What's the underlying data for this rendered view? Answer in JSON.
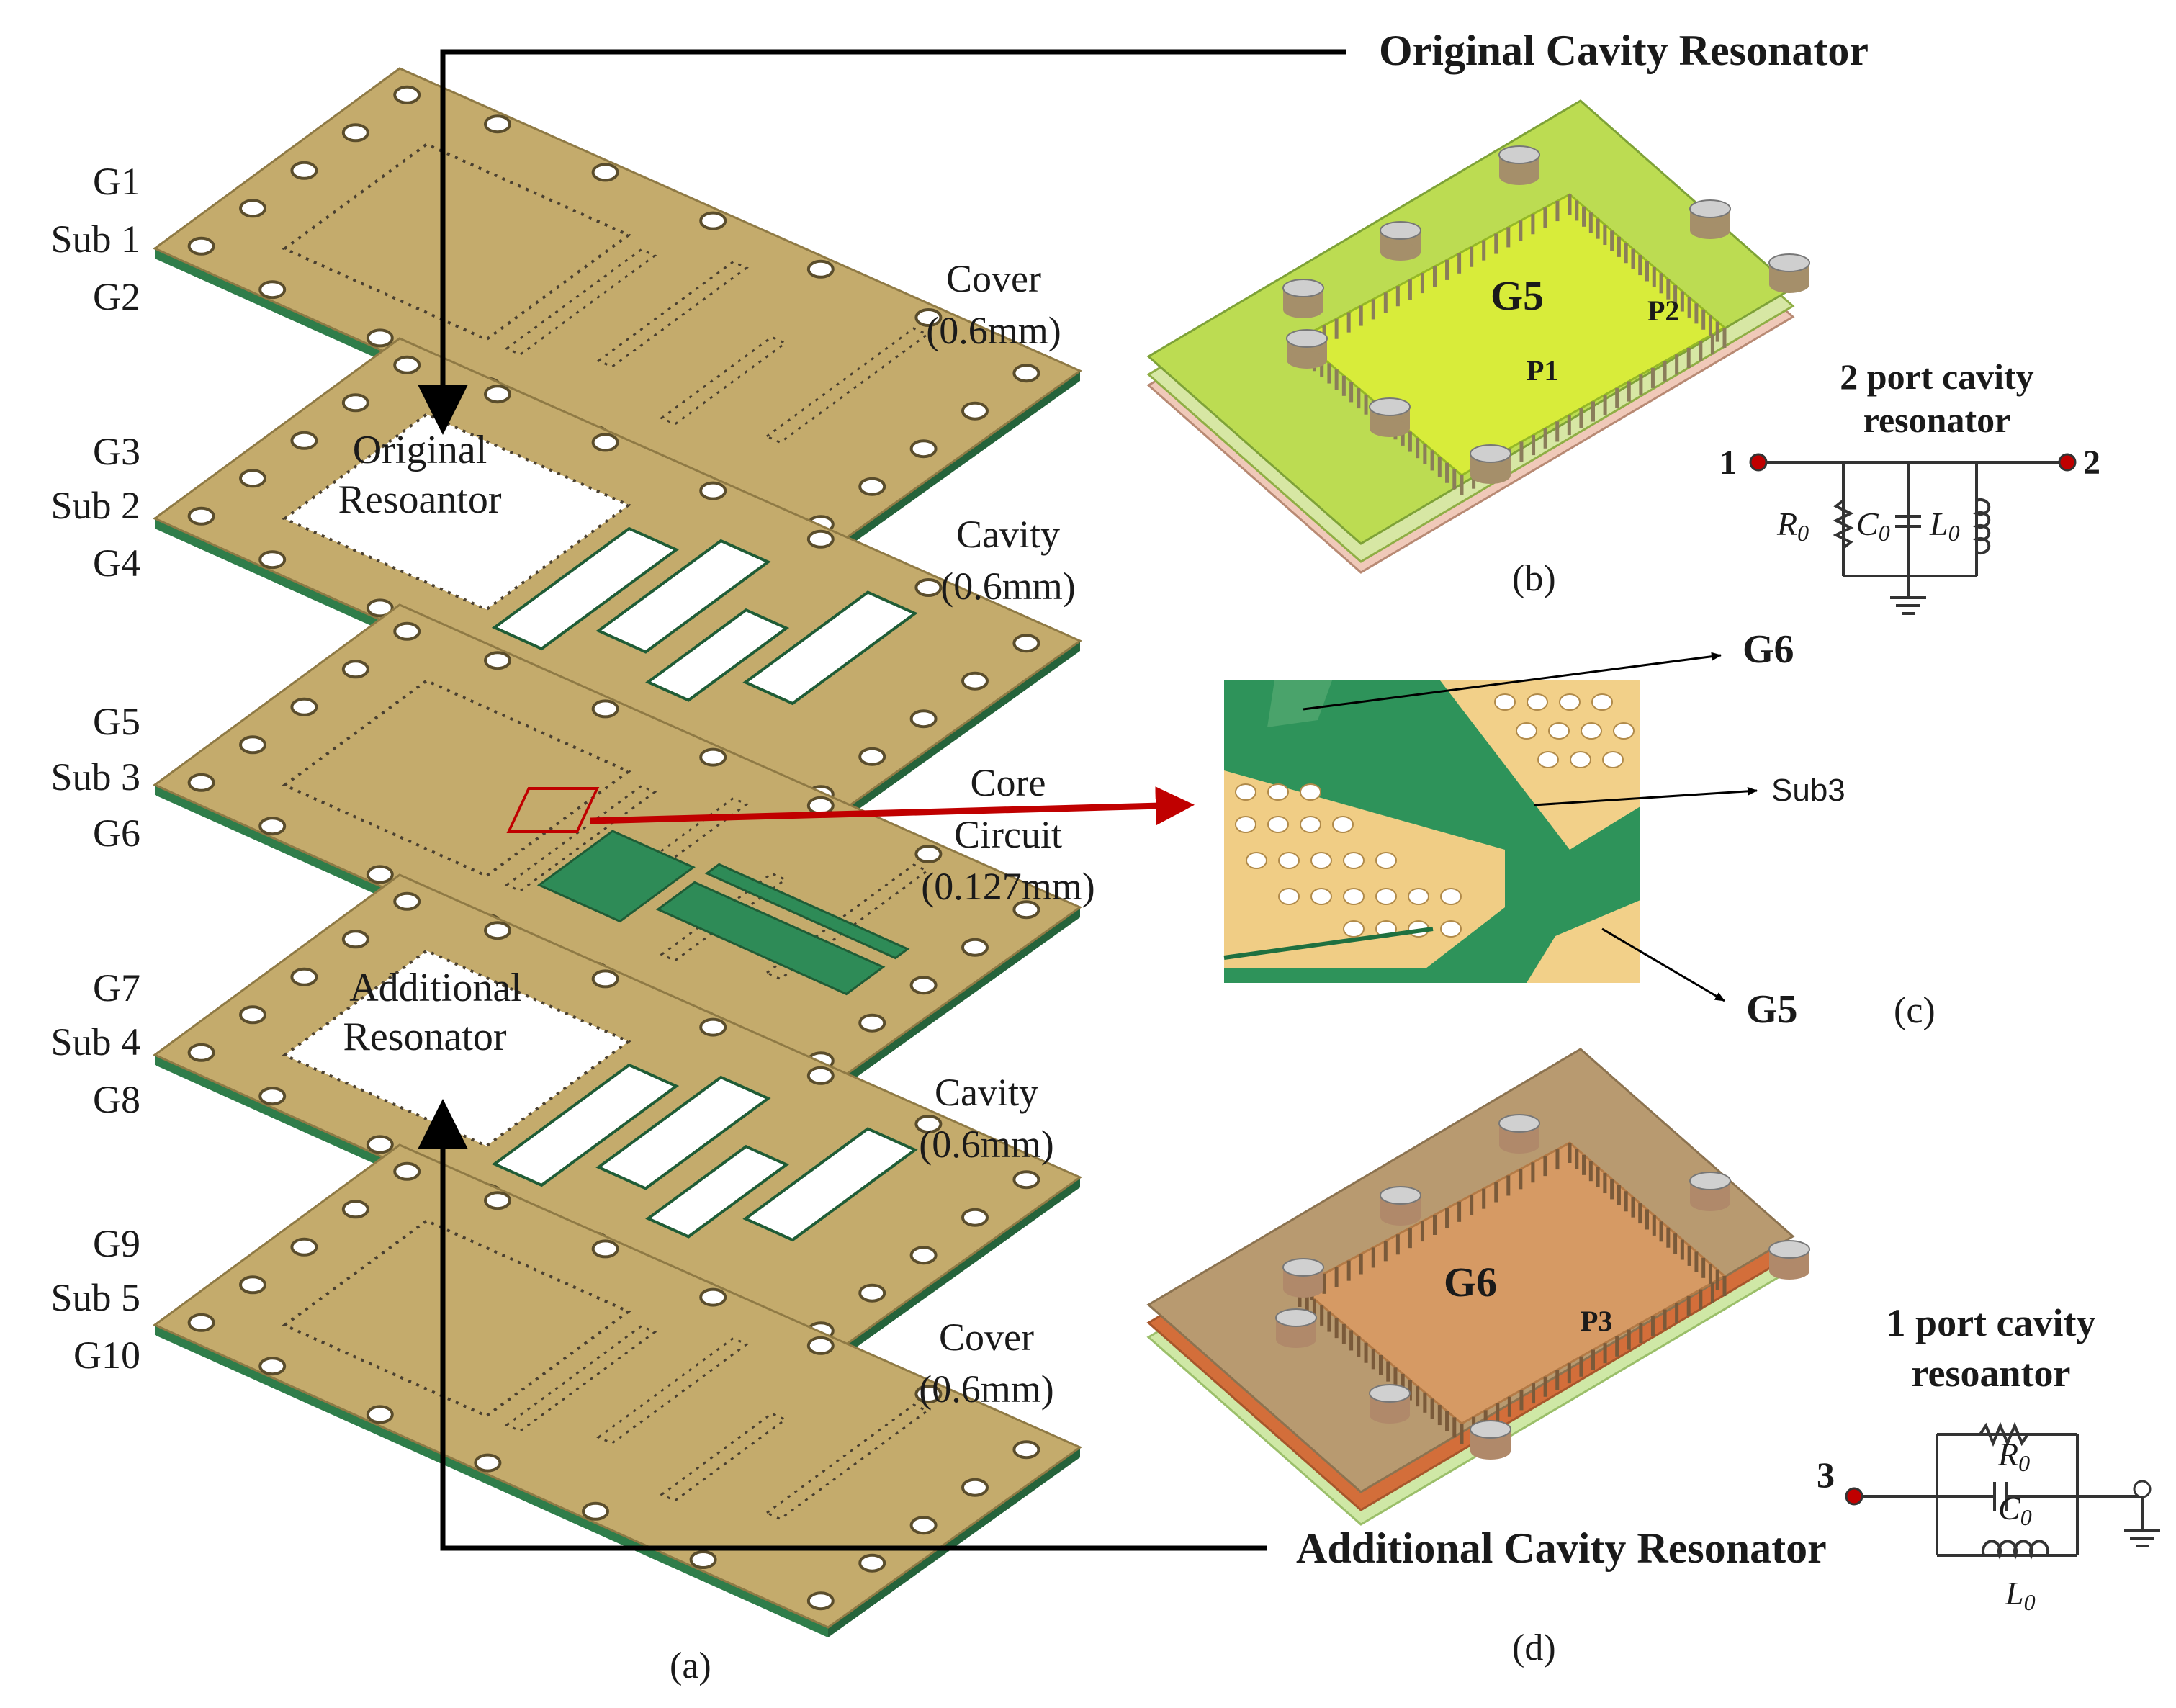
{
  "layer_labels": [
    {
      "text": "G1"
    },
    {
      "text": "Sub 1"
    },
    {
      "text": "G2"
    },
    {
      "text": "G3"
    },
    {
      "text": "Sub 2"
    },
    {
      "text": "G4"
    },
    {
      "text": "G5"
    },
    {
      "text": "Sub 3"
    },
    {
      "text": "G6"
    },
    {
      "text": "G7"
    },
    {
      "text": "Sub 4"
    },
    {
      "text": "G8"
    },
    {
      "text": "G9"
    },
    {
      "text": "Sub 5"
    },
    {
      "text": "G10"
    }
  ],
  "board_labels": [
    {
      "line1": "Cover",
      "line2": "(0.6mm)"
    },
    {
      "line1": "Cavity",
      "line2": "(0.6mm)"
    },
    {
      "line1": "Core",
      "line2": "Circuit",
      "line3": "(0.127mm)"
    },
    {
      "line1": "Cavity",
      "line2": "(0.6mm)"
    },
    {
      "line1": "Cover",
      "line2": "(0.6mm)"
    }
  ],
  "resonator_window_labels": {
    "original_line1": "Original",
    "original_line2": "Resoantor",
    "additional_line1": "Additional",
    "additional_line2": "Resonator"
  },
  "titles": {
    "original": "Original Cavity Resonator",
    "additional": "Additional Cavity Resonator"
  },
  "panel_b": {
    "plane": "G5",
    "port1": "P1",
    "port2": "P2",
    "circuit_title_1": "2 port cavity",
    "circuit_title_2": "resonator",
    "node1": "1",
    "node2": "2",
    "R": "R",
    "C": "C",
    "L": "L",
    "sub": "0"
  },
  "panel_c": {
    "g6": "G6",
    "sub3": "Sub3",
    "g5": "G5"
  },
  "panel_d": {
    "plane": "G6",
    "port3": "P3",
    "circuit_title_1": "1 port cavity",
    "circuit_title_2": "resoantor",
    "node3": "3",
    "R": "R",
    "C": "C",
    "L": "L",
    "sub": "0"
  },
  "captions": {
    "a": "(a)",
    "b": "(b)",
    "c": "(c)",
    "d": "(d)"
  },
  "colors": {
    "board": "#c4ab6c",
    "board_edge": "#2f7d4a",
    "substrate_green": "#2e8b57",
    "cavity_top": "#c7e04b",
    "cavity_bottom": "#c98b55",
    "title_blue": "#1f2fd6",
    "accent_red": "#c00000"
  }
}
